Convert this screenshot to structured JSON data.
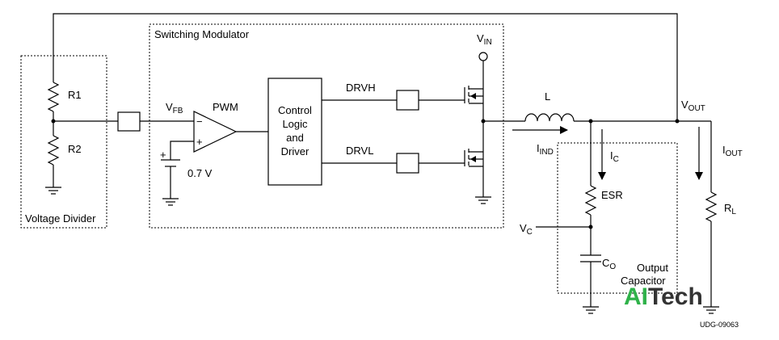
{
  "blocks": {
    "voltage_divider": "Voltage Divider",
    "switching_modulator": "Switching Modulator",
    "output_capacitor_line1": "Output",
    "output_capacitor_line2": "Capacitor",
    "control_line1": "Control",
    "control_line2": "Logic",
    "control_line3": "and",
    "control_line4": "Driver"
  },
  "labels": {
    "r1": "R1",
    "r2": "R2",
    "vfb": "V",
    "vfb_sub": "FB",
    "pwm": "PWM",
    "minus": "−",
    "plus": "+",
    "vref_plus": "+",
    "vref": "0.7 V",
    "drvh": "DRVH",
    "drvl": "DRVL",
    "vin": "V",
    "vin_sub": "IN",
    "inductor": "L",
    "iind": "I",
    "iind_sub": "IND",
    "ic": "I",
    "ic_sub": "C",
    "esr": "ESR",
    "vc": "V",
    "vc_sub": "C",
    "co": "C",
    "co_sub": "O",
    "vout": "V",
    "vout_sub": "OUT",
    "iout": "I",
    "iout_sub": "OUT",
    "rl": "R",
    "rl_sub": "L"
  },
  "figure_id": "UDG-09063",
  "watermark": {
    "ai": "AI",
    "tech": "Tech"
  }
}
